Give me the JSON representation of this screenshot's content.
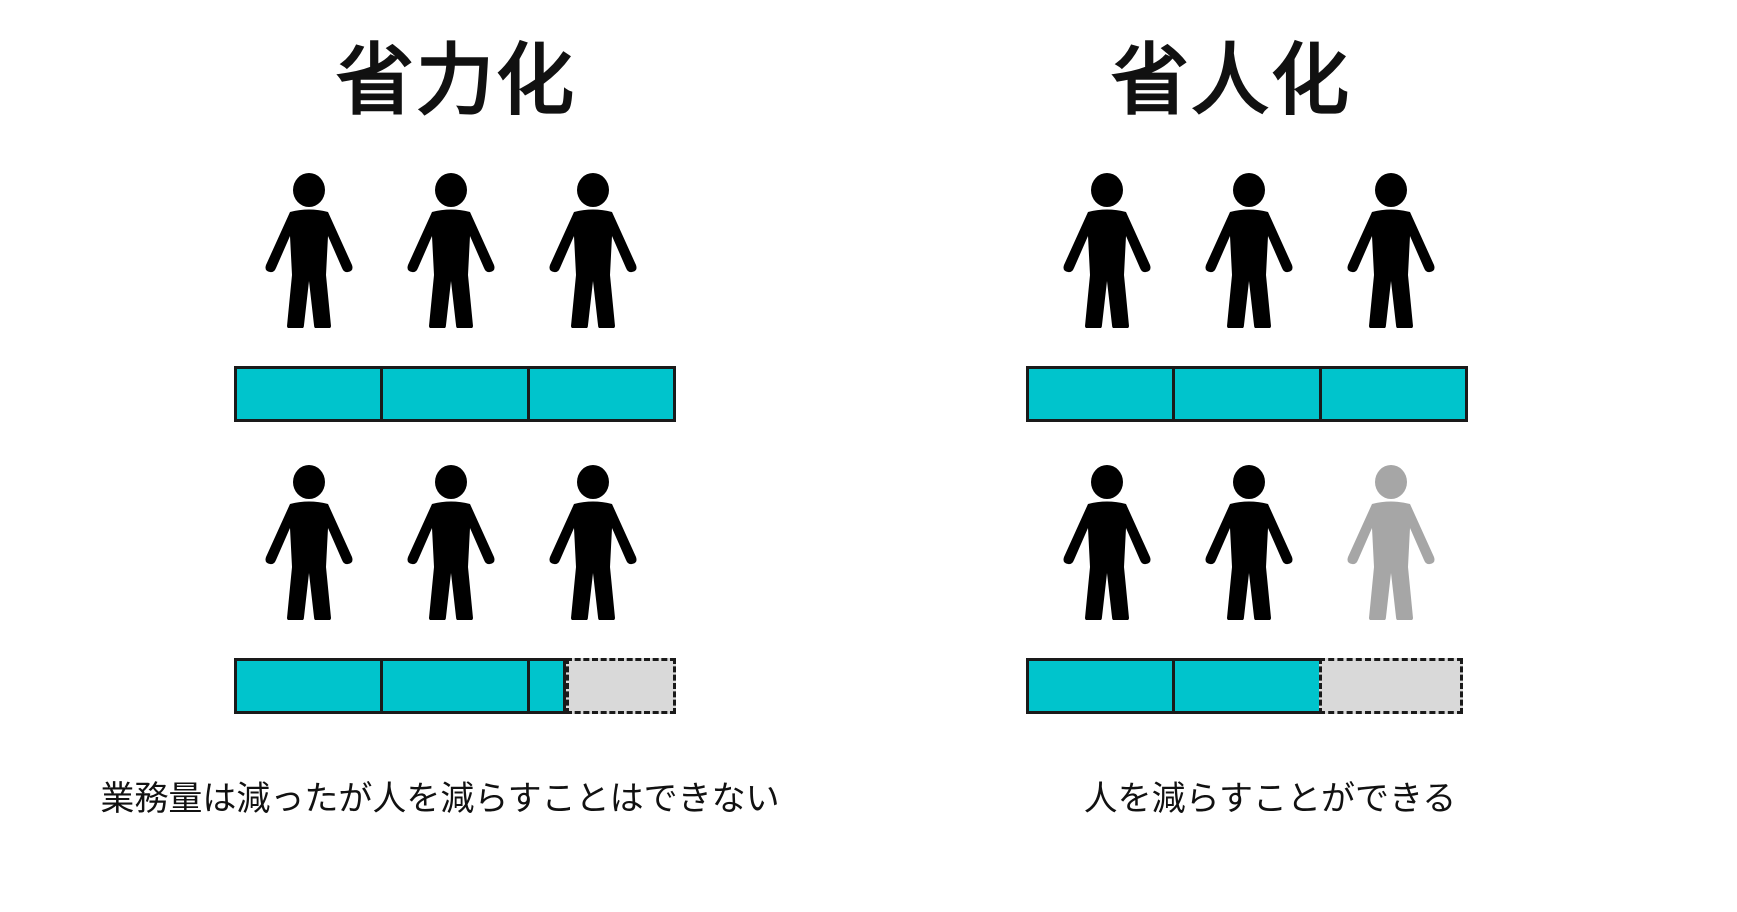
{
  "left_panel": {
    "title": "省力化",
    "caption": "業務量は減ったが人を減らすことはできない"
  },
  "right_panel": {
    "title": "省人化",
    "caption": "人を減らすことができる"
  },
  "colors": {
    "bar_fill": "#00c4cc",
    "bar_empty": "#d9d9d9",
    "person_active": "#000000",
    "person_removed": "#a6a6a6",
    "outline": "#1a1a1a"
  },
  "icons": {
    "person": "person-icon"
  }
}
